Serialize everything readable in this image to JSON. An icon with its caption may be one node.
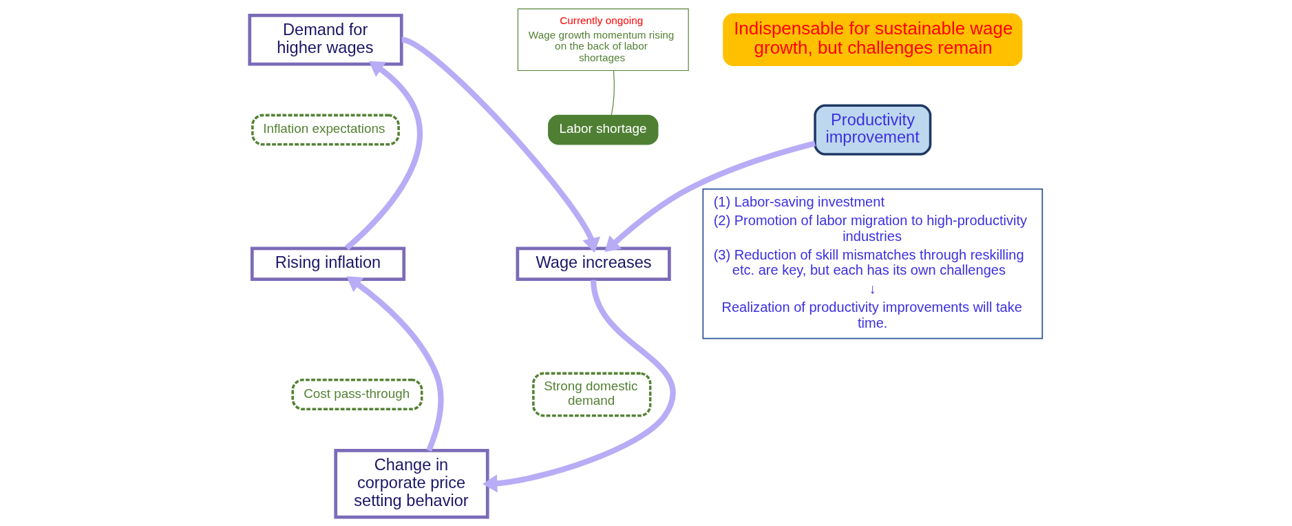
{
  "diagram": {
    "nodes": [
      {
        "text": [
          "Demand for higher wages"
        ]
      },
      {
        "text": [
          "Labor shortage"
        ]
      },
      {
        "text": [
          "Currently ongoing",
          "Wage growth momentum rising on the back of labor shortages"
        ]
      },
      {
        "text": [
          "Inflation expectations"
        ]
      },
      {
        "text": [
          "Rising inflation"
        ]
      },
      {
        "text": [
          "Wage increases"
        ]
      },
      {
        "text": [
          "Indispensable for sustainable wage growth, but challenges remain"
        ]
      },
      {
        "text": [
          "Productivity improvement"
        ]
      },
      {
        "text": [
          "Cost pass-through"
        ]
      },
      {
        "text": [
          "Strong domestic demand"
        ]
      },
      {
        "text": [
          "Change in corporate price setting behavior"
        ]
      },
      {
        "text": [
          "(1) Labor-saving investment",
          "(2) Promotion of labor migration to high-productivity industries",
          "(3) Reduction of skill mismatches through reskilling etc. are key, but each has its own challenges",
          "↓",
          "Realization of productivity improvements will take time."
        ]
      }
    ],
    "edges": [
      {
        "from": 0,
        "to": 5,
        "arrow": "to"
      },
      {
        "from": 5,
        "to": 10,
        "arrow": "to"
      },
      {
        "from": 10,
        "to": 4,
        "arrow": "to"
      },
      {
        "from": 4,
        "to": 0,
        "arrow": "to"
      },
      {
        "from": 2,
        "to": 1,
        "arrow": "none",
        "color": "#548235"
      },
      {
        "from": 7,
        "to": 5,
        "arrow": "to"
      }
    ]
  }
}
